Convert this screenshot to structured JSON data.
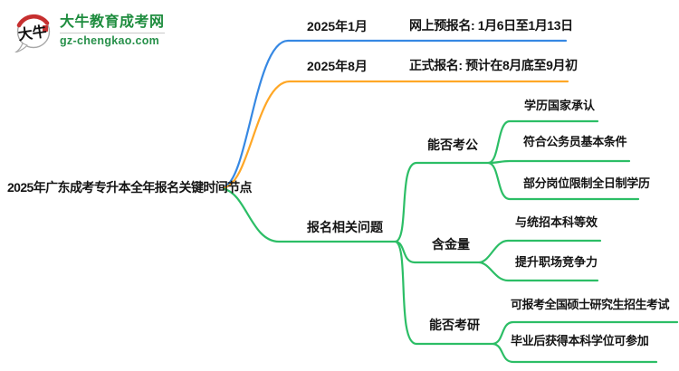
{
  "brand": {
    "site_name": "大牛教育成考网",
    "site_domain": "gz-chengkao.com",
    "logo_characters": "大牛",
    "brand_green": "#1e8c3e",
    "logo_red": "#c62f2f"
  },
  "colors": {
    "branch_blue": "#3688e3",
    "branch_orange": "#ffa726",
    "branch_green": "#2cbe66",
    "text_black": "#141414"
  },
  "mindmap": {
    "root_label": "2025年广东成考专升本全年报名关键时间节点",
    "timeline": [
      {
        "month": "2025年1月",
        "detail": "网上预报名: 1月6日至1月13日",
        "color": "#3688e3"
      },
      {
        "month": "2025年8月",
        "detail": "正式报名: 预计在8月底至9月初",
        "color": "#ffa726"
      }
    ],
    "questions": {
      "label": "报名相关问题",
      "color": "#2cbe66",
      "topics": [
        {
          "label": "能否考公",
          "points": [
            "学历国家承认",
            "符合公务员基本条件",
            "部分岗位限制全日制学历"
          ]
        },
        {
          "label": "含金量",
          "points": [
            "与统招本科等效",
            "提升职场竞争力"
          ]
        },
        {
          "label": "能否考研",
          "points": [
            "可报考全国硕士研究生招生考试",
            "毕业后获得本科学位可参加"
          ]
        }
      ]
    }
  }
}
